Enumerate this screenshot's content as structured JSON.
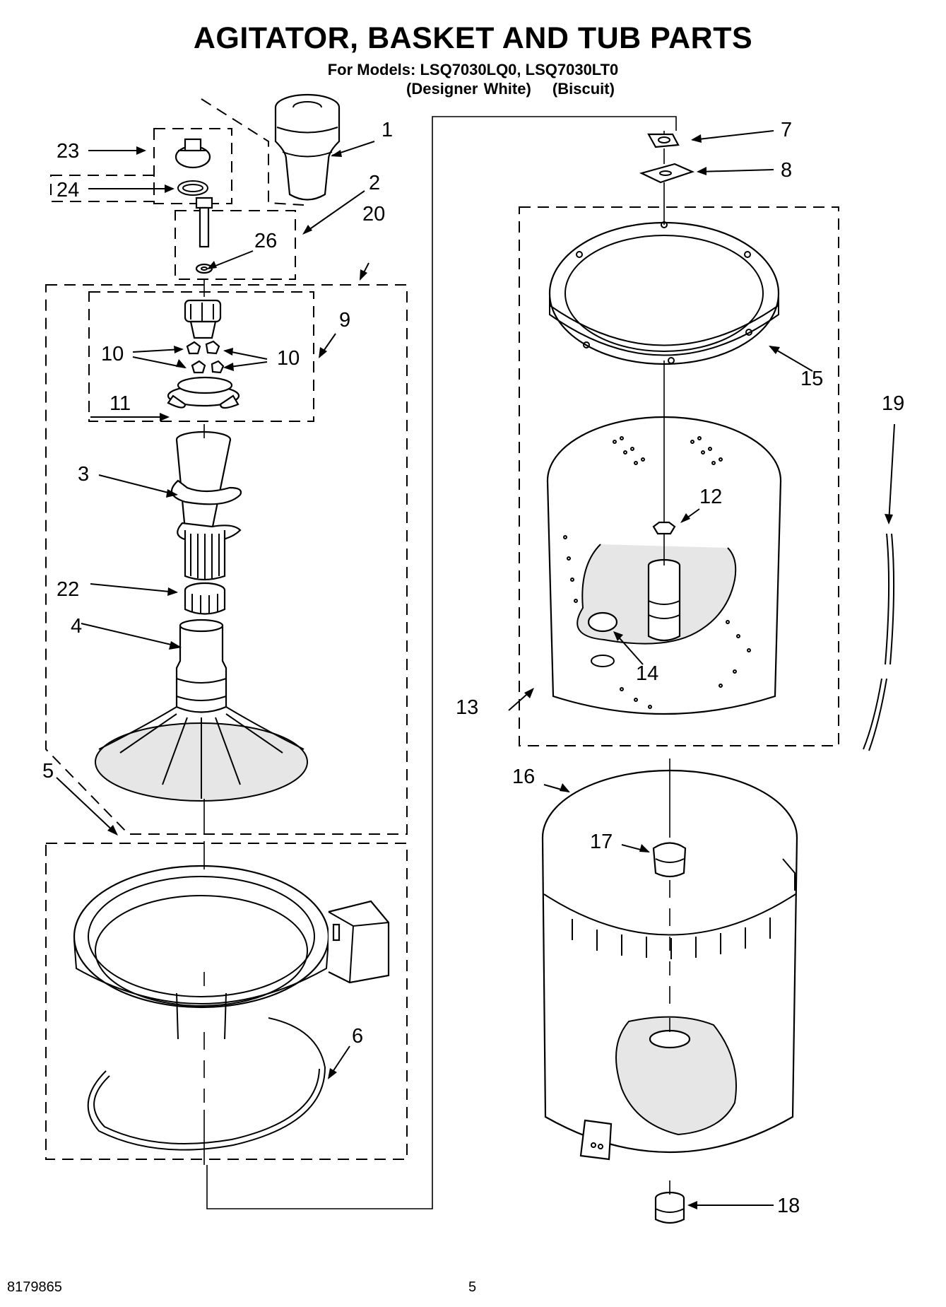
{
  "header": {
    "title": "AGITATOR, BASKET AND TUB PARTS",
    "models_line": "For Models: LSQ7030LQ0, LSQ7030LT0",
    "variant_1": "(Designer White)",
    "variant_2": "(Biscuit)"
  },
  "callouts": {
    "c1": "1",
    "c2": "2",
    "c3": "3",
    "c4": "4",
    "c5": "5",
    "c6": "6",
    "c7": "7",
    "c8": "8",
    "c9": "9",
    "c10a": "10",
    "c10b": "10",
    "c11": "11",
    "c12": "12",
    "c13": "13",
    "c14": "14",
    "c15": "15",
    "c16": "16",
    "c17": "17",
    "c18": "18",
    "c19": "19",
    "c20": "20",
    "c22": "22",
    "c23": "23",
    "c24": "24",
    "c26": "26"
  },
  "footer": {
    "doc_number": "8179865",
    "page_number": "5"
  }
}
